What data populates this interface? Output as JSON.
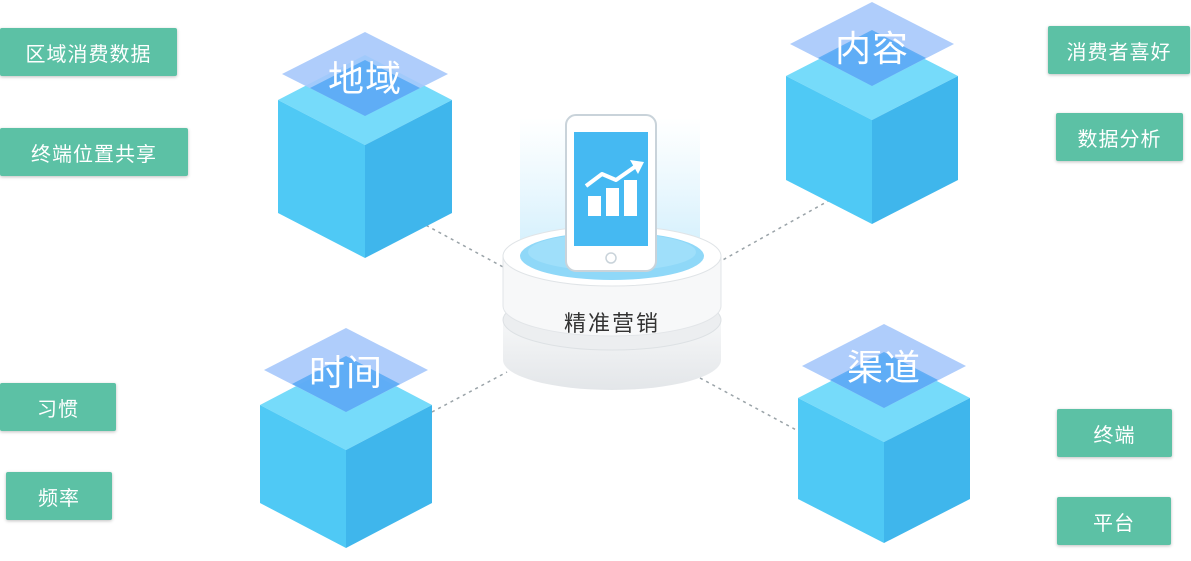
{
  "left_tags": {
    "region_consumption": "区域消费数据",
    "terminal_location": "终端位置共享",
    "habit": "习惯",
    "frequency": "频率"
  },
  "right_tags": {
    "consumer_preference": "消费者喜好",
    "data_analysis": "数据分析",
    "terminal": "终端",
    "platform": "平台"
  },
  "cubes": {
    "region": "地域",
    "content": "内容",
    "time": "时间",
    "channel": "渠道"
  },
  "hub": {
    "label": "精准营销",
    "icon": "trending-up-chart-icon"
  },
  "colors": {
    "tag": "#5cc1a5",
    "cube_front": "#4fc9f5",
    "cube_side": "#3fb6ec",
    "cube_top": "#76dbfa",
    "cap_light": "#a6c8fb",
    "cap_dark": "#4aa3f4",
    "phone_screen": "#45b9f2"
  }
}
